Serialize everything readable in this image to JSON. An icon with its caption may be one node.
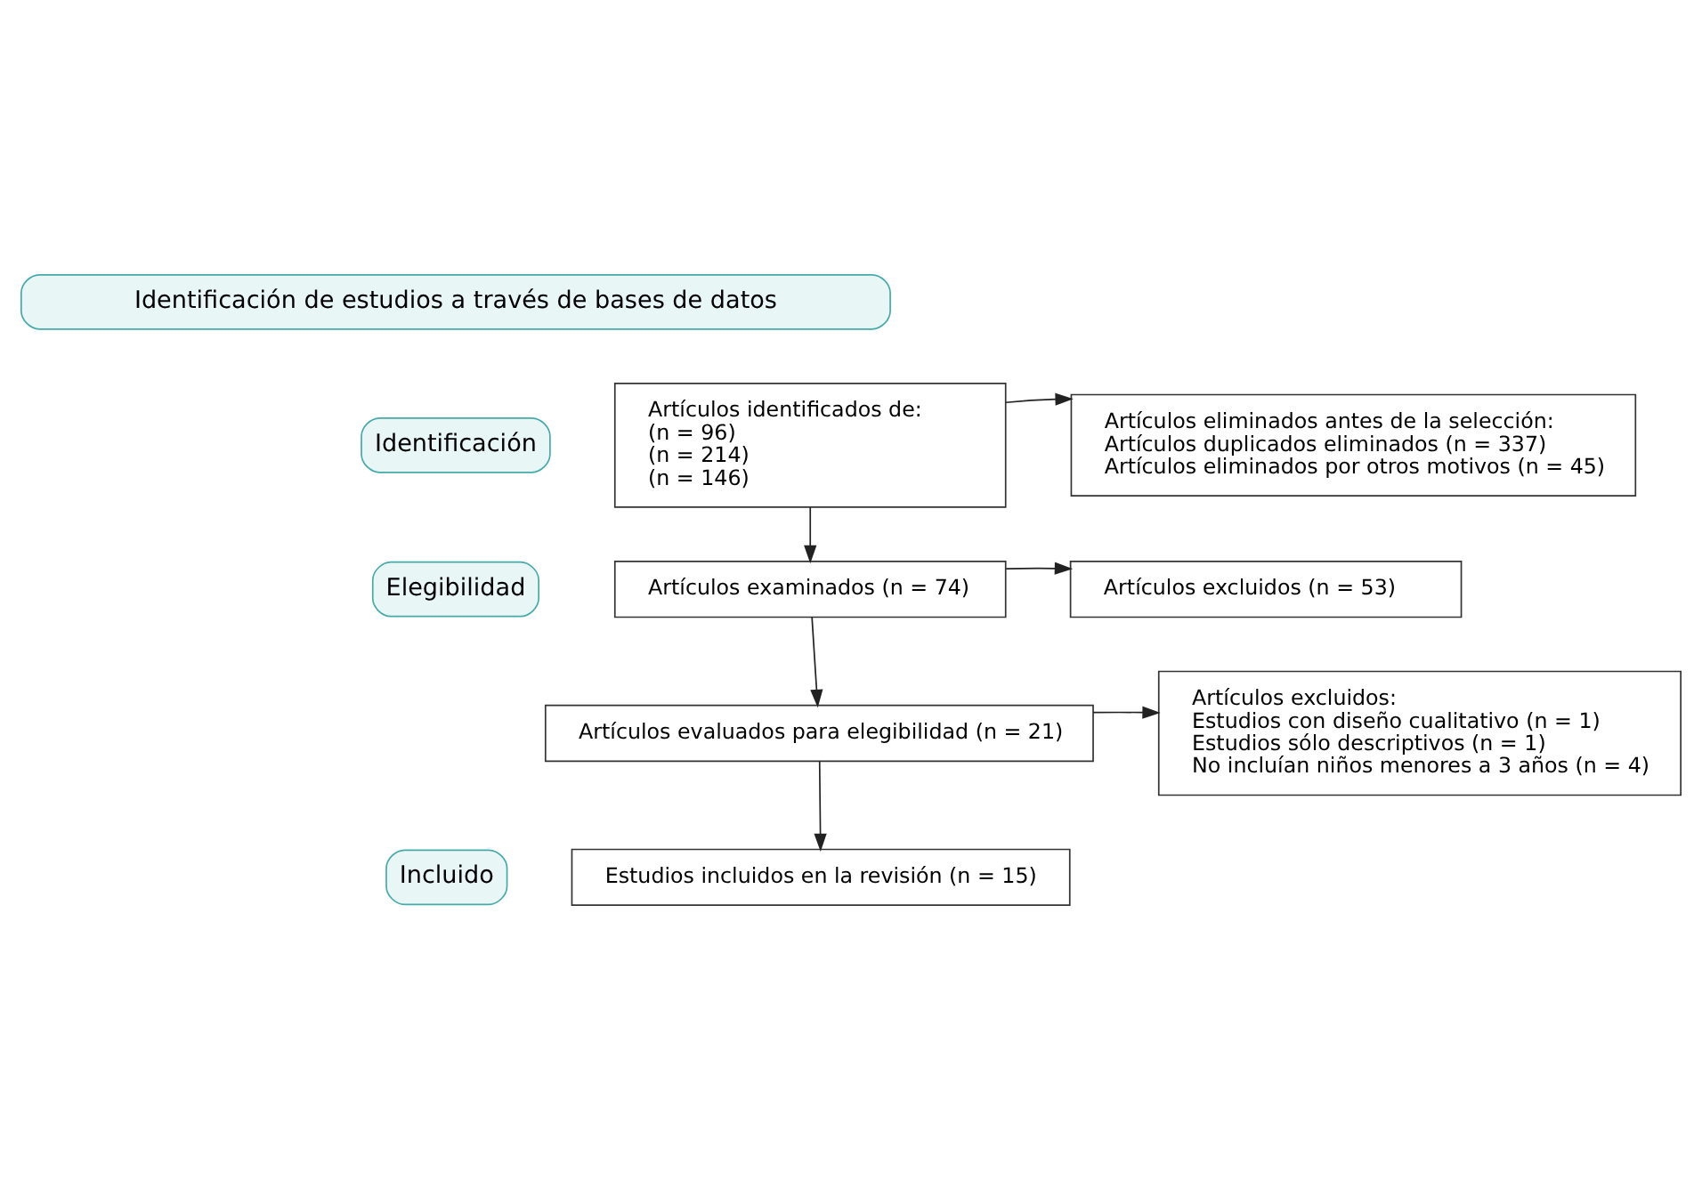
{
  "diagram": {
    "nodes": [
      {
        "text": [
          "Identificación de estudios a través de bases de datos"
        ]
      },
      {
        "text": [
          "Identificación"
        ]
      },
      {
        "text": [
          "Elegibilidad"
        ]
      },
      {
        "text": [
          "Incluido"
        ]
      },
      {
        "text": [
          "Artículos identificados de:",
          "(n = 96)",
          "(n = 214)",
          "(n = 146)"
        ]
      },
      {
        "text": [
          "Artículos eliminados antes de la selección:",
          "Artículos duplicados eliminados (n = 337)",
          "Artículos eliminados por otros motivos (n = 45)"
        ]
      },
      {
        "text": [
          "Artículos examinados (n = 74)"
        ]
      },
      {
        "text": [
          "Artículos excluidos (n = 53)"
        ]
      },
      {
        "text": [
          "Artículos evaluados para elegibilidad (n = 21)"
        ]
      },
      {
        "text": [
          "Artículos excluidos:",
          "Estudios con diseño cualitativo (n = 1)",
          "Estudios sólo descriptivos (n = 1)",
          "No incluían niños menores a 3 años (n = 4)"
        ]
      },
      {
        "text": [
          "Estudios incluidos en la revisión (n = 15)"
        ]
      }
    ],
    "edges": [
      {
        "from": 4,
        "to": 5,
        "arrow": "to"
      },
      {
        "from": 4,
        "to": 6,
        "arrow": "to"
      },
      {
        "from": 6,
        "to": 7,
        "arrow": "to"
      },
      {
        "from": 6,
        "to": 8,
        "arrow": "to"
      },
      {
        "from": 8,
        "to": 9,
        "arrow": "to"
      },
      {
        "from": 8,
        "to": 10,
        "arrow": "to"
      }
    ]
  }
}
